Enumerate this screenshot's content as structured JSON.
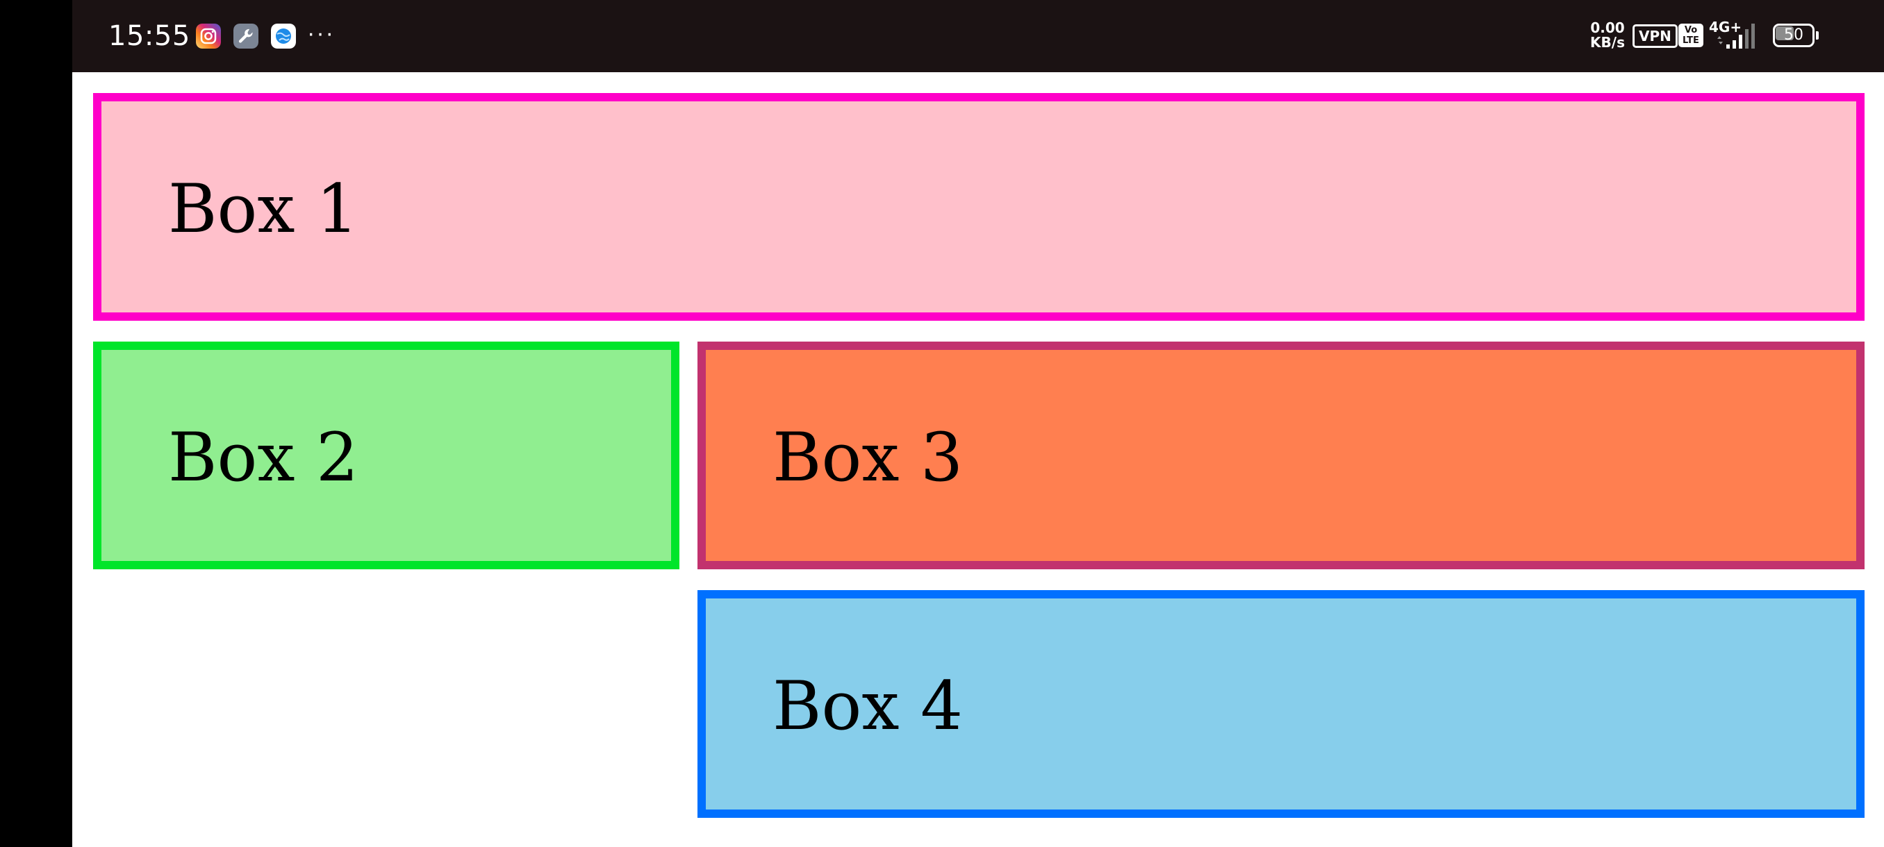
{
  "status_bar": {
    "time": "15:55",
    "notification_icons": [
      "instagram-icon",
      "wrench-icon",
      "globe-icon"
    ],
    "more_indicator": "···",
    "net_speed_value": "0.00",
    "net_speed_unit": "KB/s",
    "vpn": "VPN",
    "volte_top": "Vo",
    "volte_bottom": "LTE",
    "network_type": "4G+",
    "battery_level": "50",
    "battery_fraction": 0.5,
    "colors": {
      "background": "#1b1213",
      "text": "#ffffff"
    }
  },
  "boxes": [
    {
      "label": "Box 1",
      "fill": "#ffc0cb",
      "border": "#ff00c8"
    },
    {
      "label": "Box 2",
      "fill": "#90ee90",
      "border": "#00e52a"
    },
    {
      "label": "Box 3",
      "fill": "#ff7f50",
      "border": "#c2326e"
    },
    {
      "label": "Box 4",
      "fill": "#87ceeb",
      "border": "#0070ff"
    }
  ]
}
